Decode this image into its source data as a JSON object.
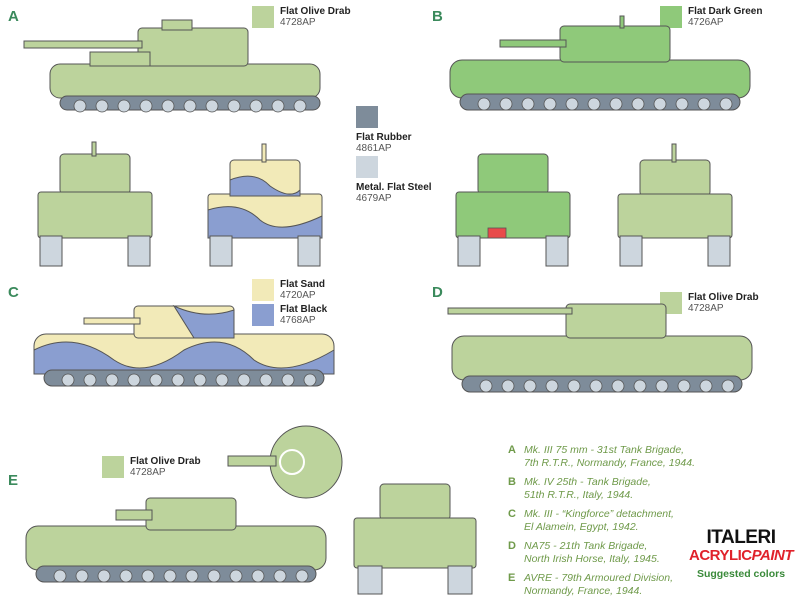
{
  "sections": {
    "a": {
      "letter": "A"
    },
    "b": {
      "letter": "B"
    },
    "c": {
      "letter": "C"
    },
    "d": {
      "letter": "D"
    },
    "e": {
      "letter": "E"
    }
  },
  "colors": {
    "flat_olive_drab": {
      "name": "Flat Olive Drab",
      "code": "4728AP",
      "hex": "#bcd39c"
    },
    "flat_dark_green": {
      "name": "Flat Dark Green",
      "code": "4726AP",
      "hex": "#8fc97a"
    },
    "flat_rubber": {
      "name": "Flat Rubber",
      "code": "4861AP",
      "hex": "#7e8c9a"
    },
    "metal_flat_steel": {
      "name": "Metal. Flat Steel",
      "code": "4679AP",
      "hex": "#cdd6de"
    },
    "flat_sand": {
      "name": "Flat Sand",
      "code": "4720AP",
      "hex": "#f2eab8"
    },
    "flat_black": {
      "name": "Flat Black",
      "code": "4768AP",
      "hex": "#8a9ed0"
    }
  },
  "legend": [
    {
      "letter": "A",
      "line1": "Mk. III 75 mm - 31st Tank Brigade,",
      "line2": "7th R.T.R.,  Normandy, France, 1944."
    },
    {
      "letter": "B",
      "line1": "Mk. IV 25th - Tank Brigade,",
      "line2": "51th R.T.R.,  Italy, 1944."
    },
    {
      "letter": "C",
      "line1": "Mk. III - “Kingforce” detachment,",
      "line2": "El Alamein, Egypt, 1942."
    },
    {
      "letter": "D",
      "line1": "NA75 - 21th Tank Brigade,",
      "line2": "North Irish Horse, Italy, 1945."
    },
    {
      "letter": "E",
      "line1": "AVRE - 79th Armoured Division,",
      "line2": "Normandy, France, 1944."
    }
  ],
  "brand": {
    "name": "ITALERI",
    "line2a": "ACRYLIC",
    "line2b": "PAINT",
    "tagline": "Suggested colors"
  }
}
